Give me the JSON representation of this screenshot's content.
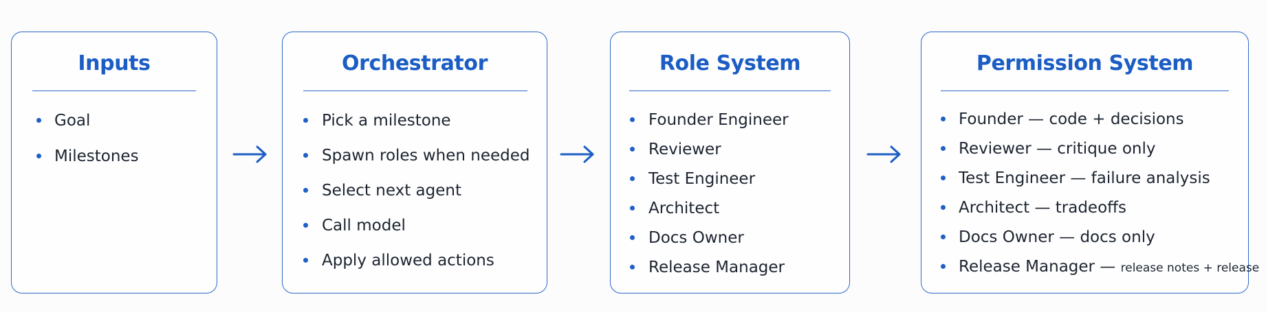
{
  "colors": {
    "accent": "#1b5dc4",
    "border": "#2c67c8",
    "text": "#1c2430",
    "background": "#fcfcfd"
  },
  "arrow_icon": "right-arrow-icon",
  "boxes": [
    {
      "title": "Inputs",
      "items": [
        "Goal",
        "Milestones"
      ]
    },
    {
      "title": "Orchestrator",
      "items": [
        "Pick a milestone",
        "Spawn roles when needed",
        "Select next agent",
        "Call model",
        "Apply allowed actions"
      ]
    },
    {
      "title": "Role System",
      "items": [
        "Founder Engineer",
        "Reviewer",
        "Test Engineer",
        "Architect",
        "Docs Owner",
        "Release Manager"
      ]
    },
    {
      "title": "Permission System",
      "items": [
        {
          "main": "Founder — code + decisions",
          "detail": ""
        },
        {
          "main": "Reviewer — critique only",
          "detail": ""
        },
        {
          "main": "Test Engineer — failure analysis",
          "detail": ""
        },
        {
          "main": "Architect — tradeoffs",
          "detail": ""
        },
        {
          "main": "Docs Owner — docs only",
          "detail": ""
        },
        {
          "main": "Release Manager — ",
          "detail": "release notes + release"
        }
      ]
    }
  ]
}
